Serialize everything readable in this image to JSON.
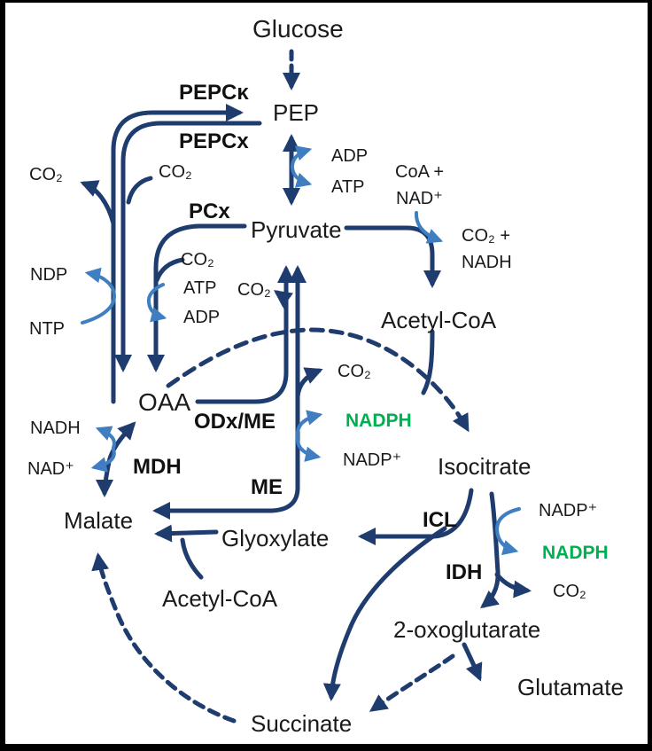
{
  "figure": {
    "type": "metabolic-pathway-diagram",
    "description": "Glucose / pyruvate / TCA-glyoxylate cycle pathway map",
    "background": "#ffffff",
    "border_color": "#000000"
  },
  "colors": {
    "dark_navy_arrow": "#1f3c6e",
    "light_blue_arrow": "#3f7fc1",
    "green_text": "#00b050",
    "black_text": "#1a1a1a"
  },
  "metabolites": {
    "glucose": "Glucose",
    "pep": "PEP",
    "pyruvate": "Pyruvate",
    "acetyl_coa_right": "Acetyl-CoA",
    "oaa": "OAA",
    "isocitrate": "Isocitrate",
    "malate": "Malate",
    "glyoxylate": "Glyoxylate",
    "acetyl_coa_bottom": "Acetyl-CoA",
    "oxoglutarate": "2-oxoglutarate",
    "glutamate": "Glutamate",
    "succinate": "Succinate"
  },
  "enzymes": {
    "pepck": "PEPCᴋ",
    "pepcx": "PEPCx",
    "pcx": "PCx",
    "odx_me": "ODx/ME",
    "mdh": "MDH",
    "me": "ME",
    "icl": "ICL",
    "idh": "IDH"
  },
  "cofactors": {
    "co2_pepck": "CO₂",
    "co2_pepcx": "CO₂",
    "ndp": "NDP",
    "ntp": "NTP",
    "co2_pcx": "CO₂",
    "atp_pcx": "ATP",
    "adp_pcx": "ADP",
    "adp_pk": "ADP",
    "atp_pk": "ATP",
    "coa_plus": "CoA +",
    "nad_pdh": "NAD⁺",
    "co2_plus_pdh": "CO₂ +",
    "nadh_pdh": "NADH",
    "co2_me": "CO₂",
    "co2_odx": "CO₂",
    "nadph_me": "NADPH",
    "nadp_me": "NADP⁺",
    "nadh_mdh": "NADH",
    "nad_mdh": "NAD⁺",
    "nadp_idh": "NADP⁺",
    "nadph_idh": "NADPH",
    "co2_idh": "CO₂"
  }
}
